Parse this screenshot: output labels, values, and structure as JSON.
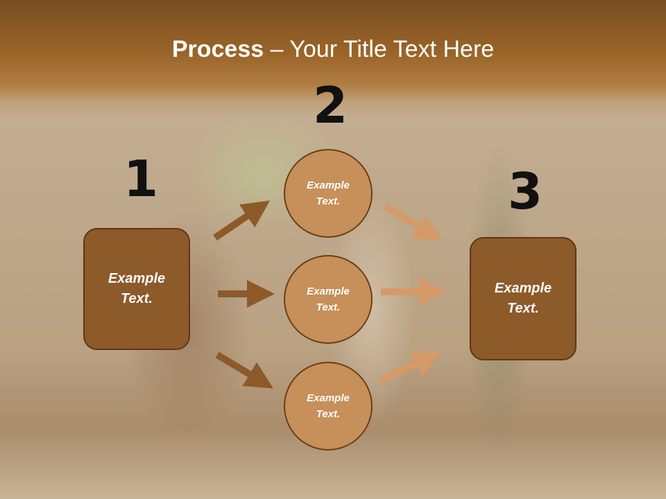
{
  "title": {
    "bold": "Process",
    "dash": " – ",
    "rest": "Your Title Text Here"
  },
  "steps": [
    {
      "number": "1",
      "label": "Example Text."
    },
    {
      "number": "2",
      "items": [
        "Example Text.",
        "Example Text.",
        "Example Text."
      ]
    },
    {
      "number": "3",
      "label": "Example Text."
    }
  ],
  "colors": {
    "header": "#9a6428",
    "box_fill": "#8d5a2a",
    "circle_fill": "#c78f59",
    "arrow_left": "#8d5a2a",
    "arrow_right": "#d49a68"
  }
}
